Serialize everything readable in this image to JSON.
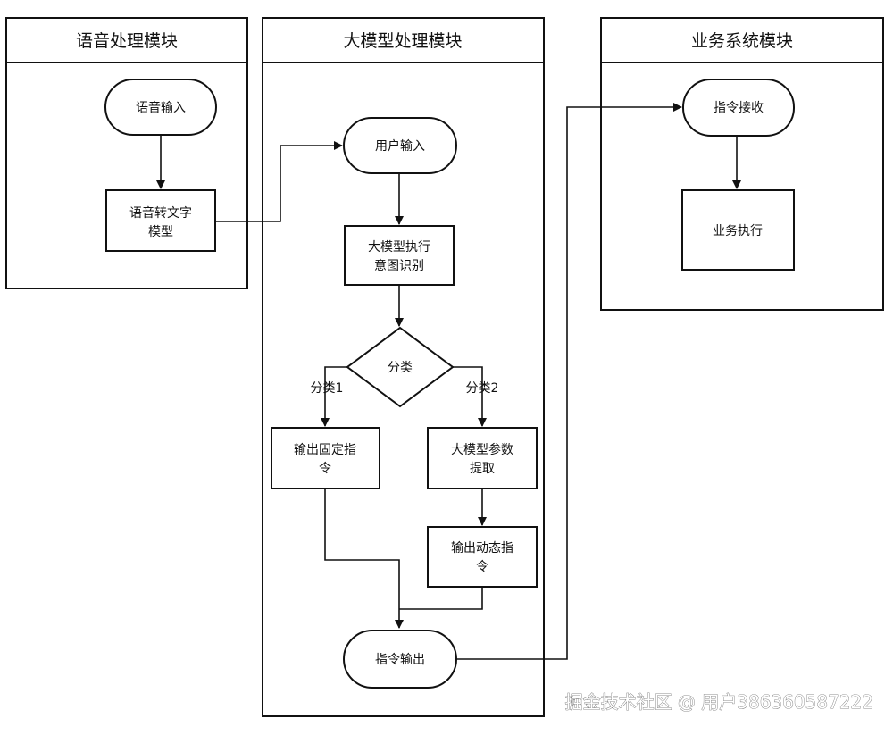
{
  "lanes": {
    "speech": {
      "title": "语音处理模块"
    },
    "llm": {
      "title": "大模型处理模块"
    },
    "business": {
      "title": "业务系统模块"
    }
  },
  "nodes": {
    "speech_input": "语音输入",
    "speech_to_text": [
      "语音转文字",
      "模型"
    ],
    "user_input": "用户输入",
    "intent": [
      "大模型执行",
      "意图识别"
    ],
    "classify": "分类",
    "fixed_cmd": [
      "输出固定指",
      "令"
    ],
    "param_extract": [
      "大模型参数",
      "提取"
    ],
    "dynamic_cmd": [
      "输出动态指",
      "令"
    ],
    "cmd_output": "指令输出",
    "cmd_receive": "指令接收",
    "business_exec": "业务执行"
  },
  "branches": {
    "left": "分类1",
    "right": "分类2"
  },
  "watermark": "掘金技术社区 @ 用户386360587222",
  "colors": {
    "stroke": "#111111",
    "background": "#ffffff",
    "watermark_outline": "#6b6b6b"
  }
}
